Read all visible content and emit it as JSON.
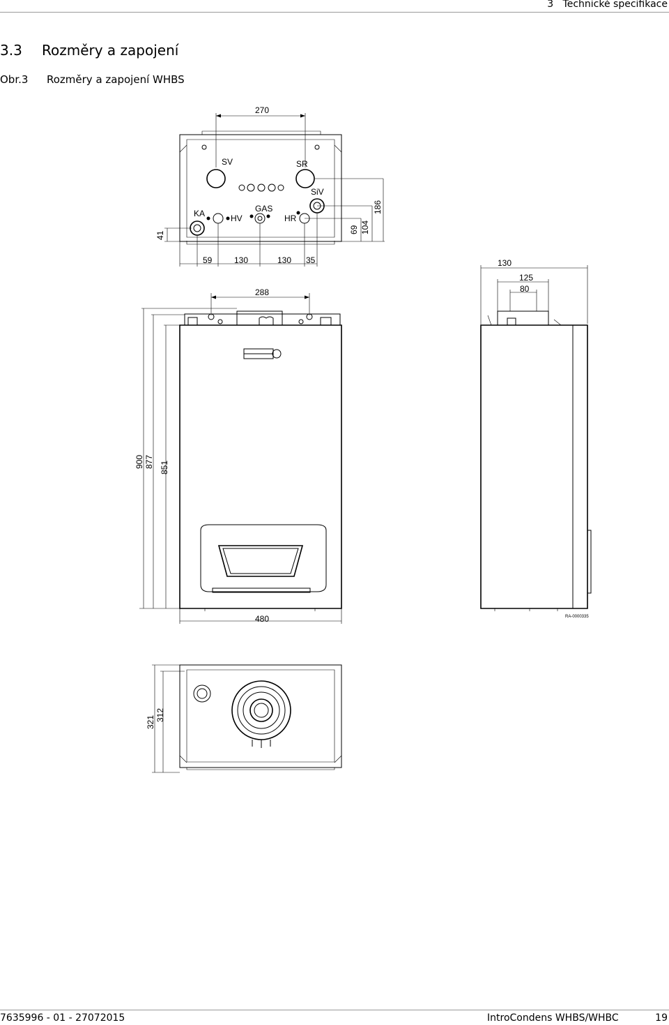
{
  "header": {
    "chapter_number": "3",
    "chapter_title": "Technické specifikace"
  },
  "section": {
    "number": "3.3",
    "title": "Rozměry a zapojení"
  },
  "figure": {
    "number": "Obr.3",
    "title": "Rozměry a zapojení WHBS",
    "reference": "RA-0000335"
  },
  "connection_labels": {
    "sv": "SV",
    "sr": "SR",
    "siv": "SiV",
    "ka": "KA",
    "hv": "HV",
    "gas": "GAS",
    "hr": "HR"
  },
  "dimensions": {
    "top_width": "270",
    "left_41": "41",
    "right_69": "69",
    "right_104": "104",
    "right_186": "186",
    "bottom_59": "59",
    "bottom_130a": "130",
    "bottom_130b": "130",
    "bottom_35": "35",
    "width_288": "288",
    "side_130": "130",
    "side_125": "125",
    "side_80": "80",
    "height_900": "900",
    "height_877": "877",
    "height_851": "851",
    "width_480": "480",
    "depth_321": "321",
    "depth_312": "312"
  },
  "footer": {
    "doc_number": "7635996 - 01 - 27072015",
    "product": "IntroCondens WHBS/WHBC",
    "page": "19"
  }
}
